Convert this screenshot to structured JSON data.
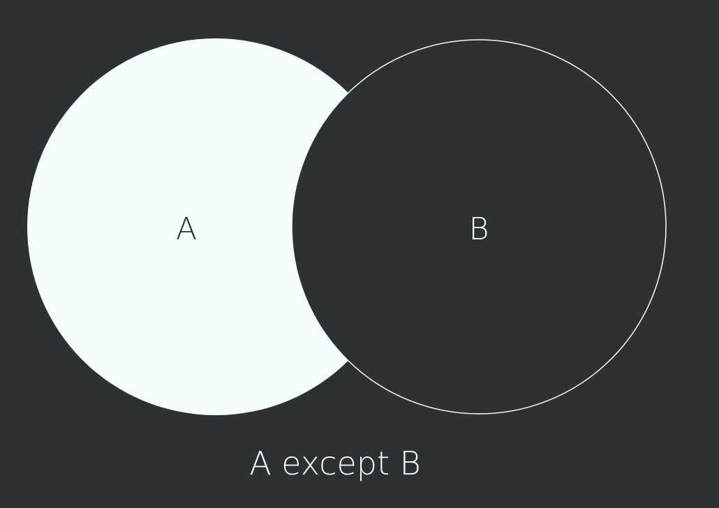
{
  "diagram": {
    "type": "venn-difference",
    "sets": [
      {
        "id": "A",
        "label": "A",
        "highlighted": true
      },
      {
        "id": "B",
        "label": "B",
        "highlighted": false
      }
    ],
    "caption": "A except B"
  },
  "colors": {
    "background": "#2c3134",
    "highlight_fill": "#f6fffe",
    "outline": "#f6fffe",
    "label_on_highlight": "#2c3134",
    "label_on_dark": "#f6fffe"
  }
}
